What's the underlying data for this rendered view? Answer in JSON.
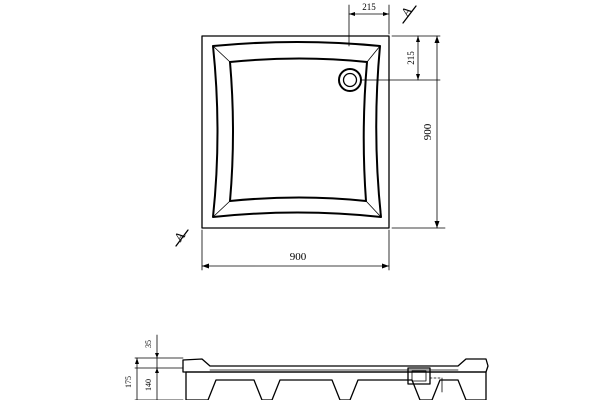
{
  "plan_view": {
    "width_dimension": "900",
    "height_dimension": "900",
    "drain_offset_horizontal": "215",
    "drain_offset_vertical": "215",
    "section_marker_top": "A",
    "section_marker_bottom": "A"
  },
  "section_view": {
    "rim_thickness": "35",
    "total_height": "175",
    "base_height": "140"
  },
  "colors": {
    "line": "#000000",
    "background": "#ffffff",
    "section_fill": "#d4d4d4",
    "section_fill_light": "#ececec"
  }
}
